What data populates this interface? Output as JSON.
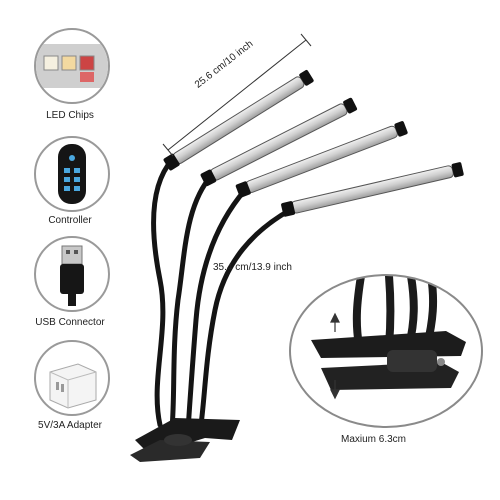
{
  "features": [
    {
      "label": "LED Chips",
      "icon": "led-chips-icon"
    },
    {
      "label": "Controller",
      "icon": "controller-icon"
    },
    {
      "label": "USB Connector",
      "icon": "usb-connector-icon"
    },
    {
      "label": "5V/3A Adapter",
      "icon": "power-adapter-icon"
    }
  ],
  "dimensions": {
    "bar_length": "25.6 cm/10 inch",
    "gooseneck_length": "35.4 cm/13.9 inch",
    "clip_opening": "Maxium 6.3cm"
  },
  "colors": {
    "circle_border": "#9a9a9a",
    "lamp_body": "#1a1a1a",
    "led_tube": "#d8d8d8"
  }
}
